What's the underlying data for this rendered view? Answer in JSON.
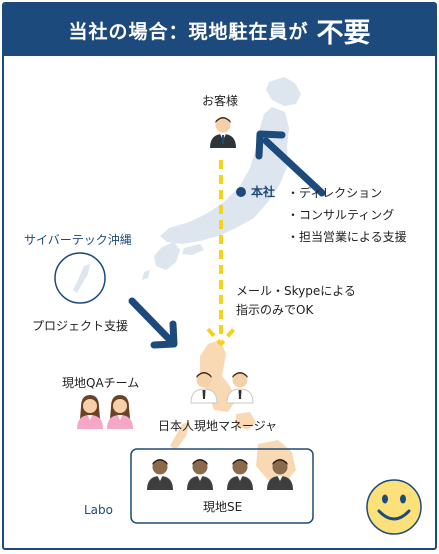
{
  "header": {
    "title": "当社の場合：現地駐在員が",
    "emphasis": "不要"
  },
  "labels": {
    "client": "お客様",
    "head_office": "本社",
    "okinawa_company": "サイバーテック沖縄",
    "project_support": "プロジェクト支援",
    "qa_team": "現地QAチーム",
    "japanese_manager": "日本人現地マネージャ",
    "labo": "Labo",
    "local_se": "現地SE"
  },
  "head_office_duties": [
    "・ディレクション",
    "・コンサルティング",
    "・担当営業による支援"
  ],
  "communication_note": [
    "メール・Skypeによる",
    "指示のみでOK"
  ],
  "colors": {
    "header_bg": "#1d4a7c",
    "map": "#dde6ee",
    "arrow": "#1d4a7c",
    "dashed_arrow": "#f6d21d",
    "philippines": "#f8d9b4",
    "smiley": "#fce07a"
  },
  "icons": {
    "client": "businessman-icon",
    "qa": "female-staff-icon",
    "manager": "male-staff-icon",
    "se": "engineer-icon",
    "status": "smiley-face-icon"
  }
}
